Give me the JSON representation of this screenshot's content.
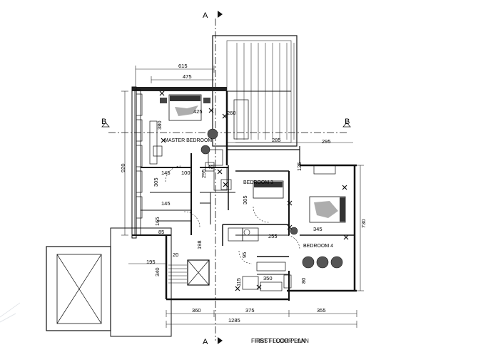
{
  "sheet": {
    "title": "FIRST FLOOR PLAN",
    "title_overprint": "FIRST FLOOR PLAN"
  },
  "section_markers": {
    "a_top": "A",
    "a_bottom": "A",
    "b_left": "B",
    "b_right": "B"
  },
  "rooms": {
    "master": "MASTER BEDROOM",
    "bed3": "BEDROOM 3",
    "bed4": "BEDROOM 4"
  },
  "dimensions": {
    "top_615": "615",
    "top_475": "475",
    "d_425": "425",
    "d_260": "260",
    "d_380": "380",
    "d_285": "285",
    "d_295": "295",
    "d_920": "920",
    "d_145a": "145",
    "d_100": "100",
    "d_295b": "295",
    "d_40": "40",
    "d_305a": "305",
    "d_145b": "145",
    "d_305b": "305",
    "d_165": "165",
    "d_125": "125",
    "d_255": "255",
    "d_345": "345",
    "d_730": "730",
    "d_85": "85",
    "d_20": "20",
    "d_195": "195",
    "d_198": "198",
    "d_95": "95",
    "d_340": "340",
    "d_350": "350",
    "d_80": "80",
    "d_115": "115",
    "b_360": "360",
    "b_375": "375",
    "b_355": "355",
    "b_1285": "1285"
  }
}
